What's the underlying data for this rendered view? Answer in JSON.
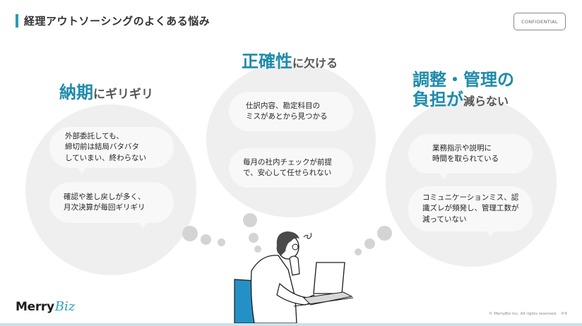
{
  "header": {
    "title": "経理アウトソーシングのよくある悩み",
    "badge": "CONFIDENTIAL"
  },
  "accent_color": "#1e8bab",
  "sections": [
    {
      "heading_accent": "納期",
      "heading_rest": "にギリギリ",
      "bubbles": [
        "外部委託しても、\n締切前は結局バタバタ\nしていまい、終わらない",
        "確認や差し戻しが多く、\n月次決算が毎回ギリギリ"
      ]
    },
    {
      "heading_accent": "正確性",
      "heading_rest": "に欠ける",
      "bubbles": [
        "仕訳内容、勘定科目の\nミスがあとから見つかる",
        "毎月の社内チェックが前提\nで、安心して任せられない"
      ]
    },
    {
      "heading_accent_line1": "調整・管理の",
      "heading_accent_line2": "負担が",
      "heading_rest": "減らない",
      "bubbles": [
        "業務指示や説明に\n時間を取られている",
        "コミュニケーションミス、認\n識ズレが頻発し、管理工数が\n減っていない"
      ]
    }
  ],
  "illustration": "worried-man-at-laptop",
  "footer": {
    "logo_merry": "Merry",
    "logo_biz": "Biz",
    "copyright": "© MerryBiz Inc. All rights reserved.",
    "page": "P.4"
  }
}
